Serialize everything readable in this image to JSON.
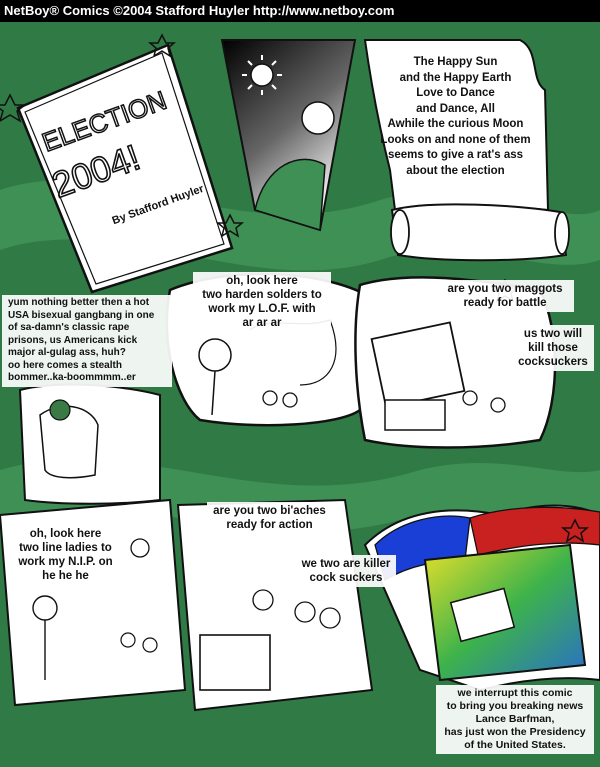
{
  "header": {
    "text": "NetBoy® Comics ©2004 Stafford Huyler http://www.netboy.com"
  },
  "panel1": {
    "sign_title": "ELECTION 2004!",
    "byline": "By Stafford Huyler"
  },
  "panel2": {
    "scroll_text": "The Happy Sun\nand the Happy Earth\nLove to Dance\nand Dance, All\nAwhile the curious Moon\nLooks on and none of them\nseems to give a rat's ass\nabout the election"
  },
  "panel3": {
    "left_caption": "yum nothing better then a hot\nUSA bisexual gangbang in one\nof sa-damn's classic rape\nprisons, us Americans kick\nmajor al-gulag ass, huh?\noo here comes a stealth\nbommer..ka-boommmm..er",
    "center_caption": "oh, look here\ntwo harden solders to\nwork my L.O.F. with\nar ar ar"
  },
  "panel4": {
    "top_caption": "are you two maggots\nready for battle",
    "side_caption": "us two will\nkill those\ncocksuckers"
  },
  "panel5": {
    "left_caption": "oh, look here\ntwo line ladies to\nwork my N.I.P. on\nhe he he"
  },
  "panel6": {
    "top_caption": "are you two bi'aches\nready for action",
    "reply_caption": "we two are killer\ncock suckers"
  },
  "panel7": {
    "news_caption": "we interrupt this comic\nto bring you breaking news\nLance Barfman,\nhas just won the Presidency\nof the United States."
  },
  "colors": {
    "background_green": "#2f7a45",
    "dark_green": "#1f5a32",
    "light_green": "#4a9b5c"
  }
}
